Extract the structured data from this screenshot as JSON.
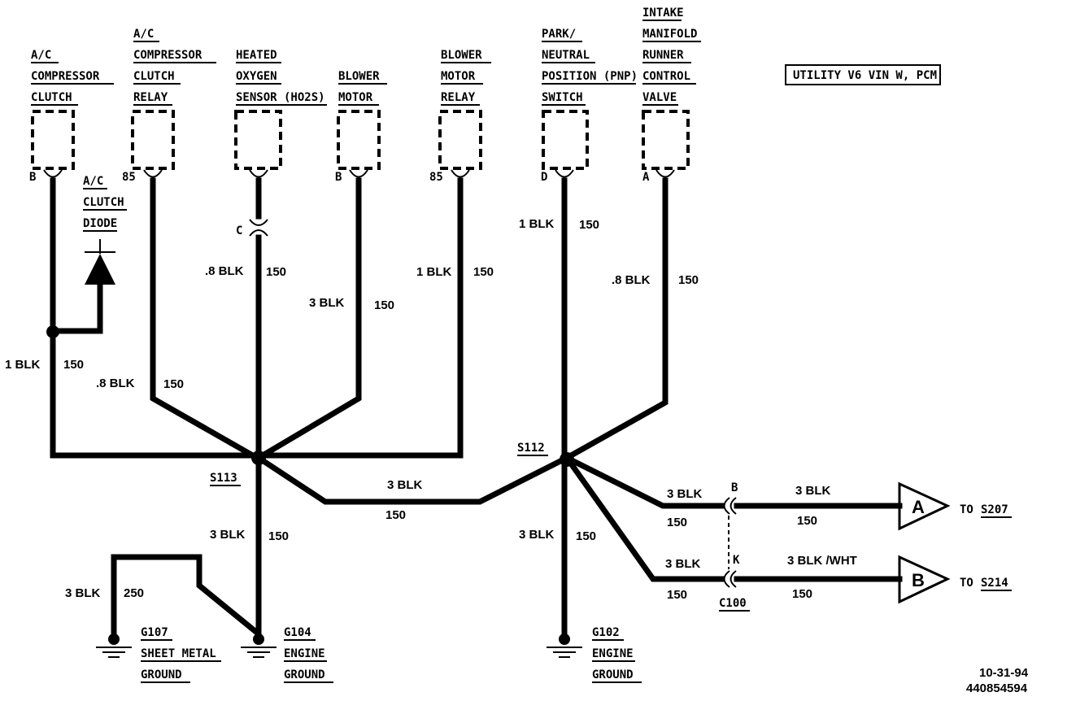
{
  "header_box": "UTILITY V6 VIN W, PCM",
  "components": [
    {
      "lines": [
        "A/C",
        "COMPRESSOR",
        "CLUTCH"
      ],
      "pin": "B"
    },
    {
      "lines": [
        "A/C",
        "COMPRESSOR",
        "CLUTCH",
        "RELAY"
      ],
      "pin": "85"
    },
    {
      "lines": [
        "HEATED",
        "OXYGEN",
        "SENSOR (HO2S)"
      ],
      "pin": ""
    },
    {
      "lines": [
        "BLOWER",
        "MOTOR"
      ],
      "pin": "B"
    },
    {
      "lines": [
        "BLOWER",
        "MOTOR",
        "RELAY"
      ],
      "pin": "85"
    },
    {
      "lines": [
        "PARK/",
        "NEUTRAL",
        "POSITION (PNP)",
        "SWITCH"
      ],
      "pin": "D"
    },
    {
      "lines": [
        "INTAKE",
        "MANIFOLD",
        "RUNNER",
        "CONTROL",
        "VALVE"
      ],
      "pin": "A"
    }
  ],
  "diode_label": [
    "A/C",
    "CLUTCH",
    "DIODE"
  ],
  "inline_connector_pin": "C",
  "wire_labels": [
    {
      "size": "1 BLK",
      "circuit": "150"
    },
    {
      "size": ".8 BLK",
      "circuit": "150"
    },
    {
      "size": ".8 BLK",
      "circuit": "150"
    },
    {
      "size": "3 BLK",
      "circuit": "150"
    },
    {
      "size": "1 BLK",
      "circuit": "150"
    },
    {
      "size": "1 BLK",
      "circuit": "150"
    },
    {
      "size": ".8 BLK",
      "circuit": "150"
    },
    {
      "size": "3 BLK",
      "circuit": "150"
    },
    {
      "size": "3 BLK",
      "circuit": "150"
    },
    {
      "size": "3 BLK",
      "circuit": "250"
    },
    {
      "size": "3 BLK",
      "circuit": "150"
    },
    {
      "size": "3 BLK",
      "circuit": "150"
    },
    {
      "size": "3 BLK",
      "circuit": "150"
    },
    {
      "size": "3 BLK",
      "circuit": "150"
    },
    {
      "size": "3 BLK /WHT",
      "circuit": "150"
    }
  ],
  "splices": [
    "S113",
    "S112"
  ],
  "grounds": [
    {
      "id": "G107",
      "lines": [
        "SHEET METAL",
        "GROUND"
      ]
    },
    {
      "id": "G104",
      "lines": [
        "ENGINE",
        "GROUND"
      ]
    },
    {
      "id": "G102",
      "lines": [
        "ENGINE",
        "GROUND"
      ]
    }
  ],
  "c100": {
    "name": "C100",
    "pin_b": "B",
    "pin_k": "K"
  },
  "offpage": [
    {
      "letter": "A",
      "prefix": "TO",
      "dest": "S207"
    },
    {
      "letter": "B",
      "prefix": "TO",
      "dest": "S214"
    }
  ],
  "footer": {
    "date": "10-31-94",
    "code": "440854594"
  }
}
